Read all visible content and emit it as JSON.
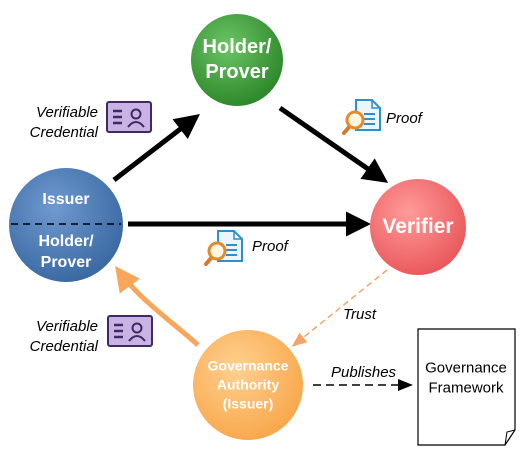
{
  "nodes": {
    "holder_top": {
      "line1": "Holder/",
      "line2": "Prover",
      "color": "#3f9a3a"
    },
    "issuer": {
      "label": "Issuer",
      "color": "#4a78ae"
    },
    "issuer_holder": {
      "line1": "Holder/",
      "line2": "Prover"
    },
    "verifier": {
      "label": "Verifier",
      "color": "#f0686a"
    },
    "governance": {
      "line1": "Governance",
      "line2": "Authority",
      "line3": "(Issuer)",
      "color": "#fbb05a"
    }
  },
  "labels": {
    "vc_top_1": "Verifiable",
    "vc_top_2": "Credential",
    "vc_bottom_1": "Verifiable",
    "vc_bottom_2": "Credential",
    "proof_right": "Proof",
    "proof_middle": "Proof",
    "trust": "Trust",
    "publishes": "Publishes"
  },
  "document": {
    "line1": "Governance",
    "line2": "Framework"
  },
  "icons": {
    "credential": "id-card-icon",
    "proof": "document-magnifier-icon"
  },
  "colors": {
    "arrow_main": "#000000",
    "arrow_orange": "#f9a55a",
    "arrow_trust": "#f3a46a",
    "card_fill": "#c9b3e3",
    "card_stroke": "#3d2a66"
  }
}
